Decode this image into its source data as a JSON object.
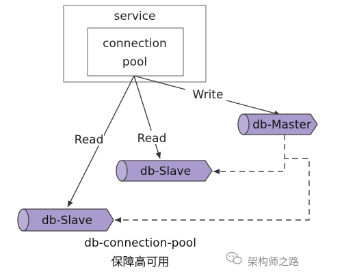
{
  "service": {
    "title": "service",
    "pool_line1": "connection",
    "pool_line2": "pool"
  },
  "edges": {
    "write": "Write",
    "read_left": "Read",
    "read_right": "Read"
  },
  "nodes": {
    "master": "db-Master",
    "slave_top": "db-Slave",
    "slave_bottom": "db-Slave"
  },
  "caption": {
    "line1": "db-connection-pool",
    "line2": "保障高可用"
  },
  "watermark": {
    "text": "架构师之路"
  },
  "colors": {
    "node_fill": "#a99bcd",
    "node_cap": "#b9aed8",
    "stroke": "#404040",
    "box_border": "#7a7a7a"
  }
}
